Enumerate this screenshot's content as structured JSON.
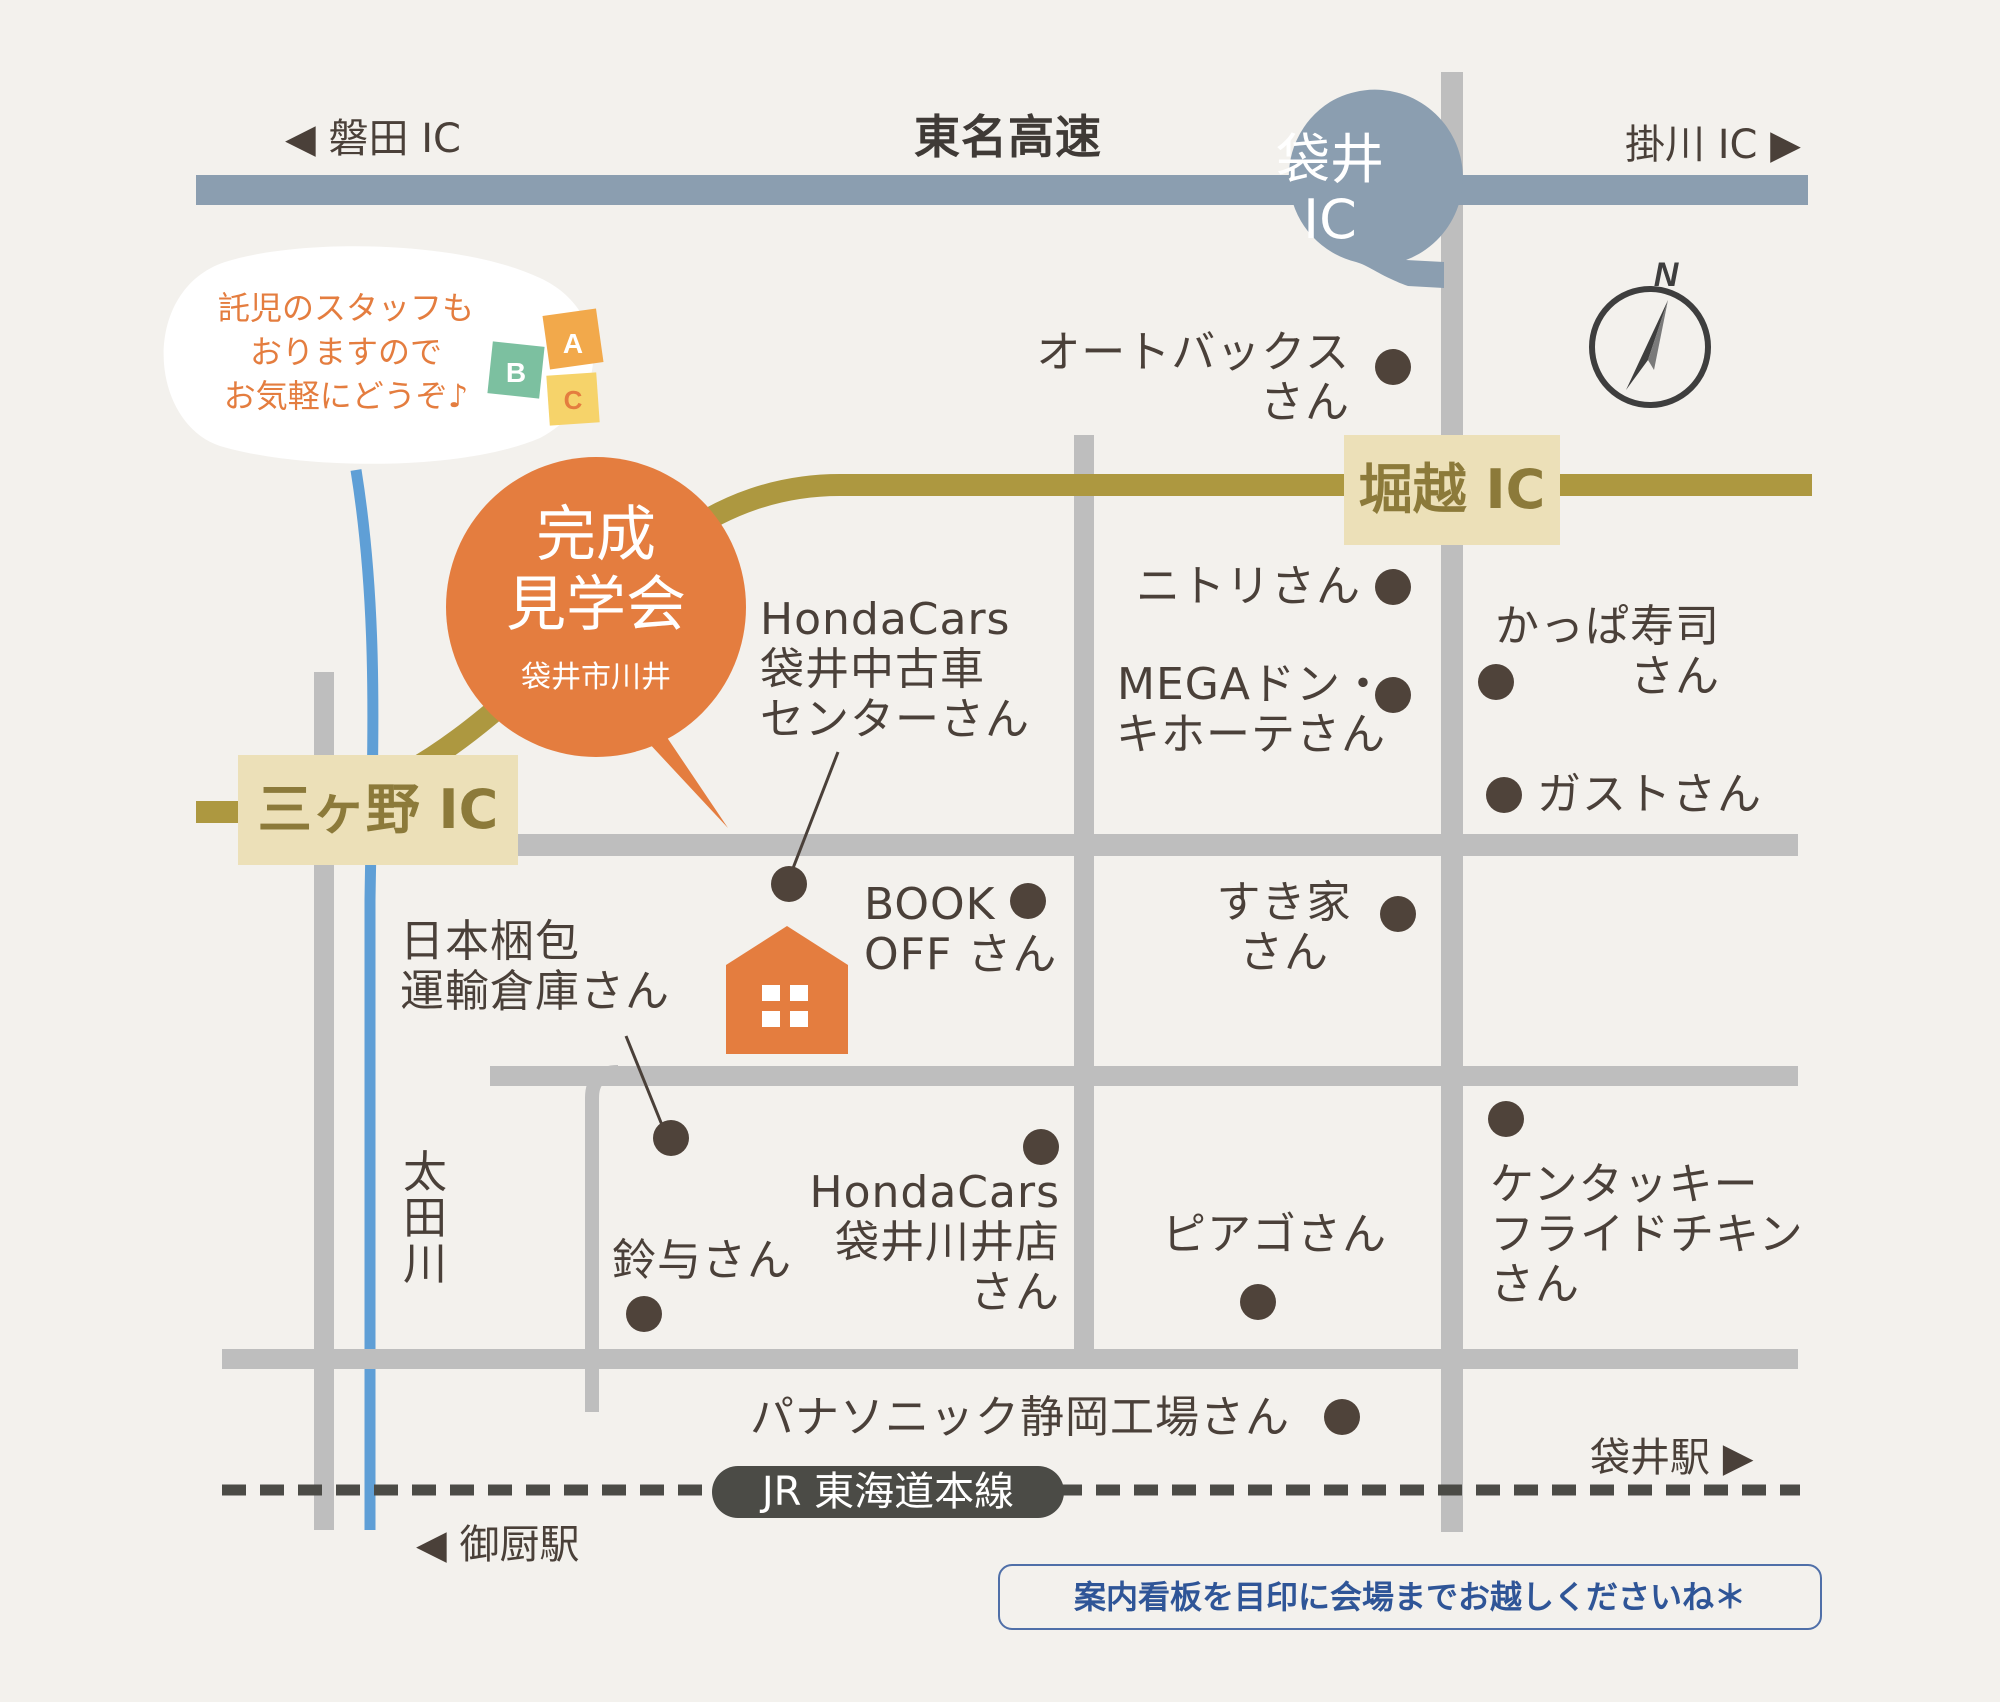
{
  "colors": {
    "background": "#f3f1ed",
    "expressway": "#8b9eb0",
    "bypass": "#ad9840",
    "local_road": "#bebebe",
    "river": "#5f9fd6",
    "venue": "#e47d3f",
    "marker": "#4f433a",
    "rail": "#4b4b46",
    "notice": "#2f5597"
  },
  "expressway": {
    "name": "東名高速"
  },
  "nav": {
    "iwata_ic": "◀ 磐田 IC",
    "kakegawa_ic": "掛川 IC ▶",
    "fukuroi_station": "袋井駅 ▶",
    "mikuriya_station": "◀ 御厨駅"
  },
  "fukuroi_ic": {
    "line1": "袋井",
    "line2": "IC"
  },
  "interchanges": {
    "horikoshi": "堀越 IC",
    "mikkano": "三ヶ野 IC"
  },
  "bubble": {
    "line1": "託児のスタッフも",
    "line2": "おりますので",
    "line3": "お気軽にどうぞ♪",
    "blocks": [
      "A",
      "B",
      "C"
    ]
  },
  "venue": {
    "title1": "完成",
    "title2": "見学会",
    "location": "袋井市川井"
  },
  "landmarks": {
    "autobacs": {
      "line1": "オートバックス",
      "line2": "さん"
    },
    "nitori": {
      "line1": "ニトリさん"
    },
    "kappa": {
      "line1": "かっぱ寿司",
      "line2": "さん"
    },
    "mega": {
      "line1": "MEGAドン・",
      "line2": "キホーテさん"
    },
    "gusto": {
      "line1": "ガストさん"
    },
    "honda_used": {
      "line1": "HondaCars",
      "line2": "袋井中古車",
      "line3": "センターさん"
    },
    "bookoff": {
      "line1": "BOOK",
      "line2": "OFF さん"
    },
    "sukiya": {
      "line1": "すき家",
      "line2": "さん"
    },
    "nippon_konpo": {
      "line1": "日本梱包",
      "line2": "運輸倉庫さん"
    },
    "suzuyo": {
      "line1": "鈴与さん"
    },
    "honda_kawai": {
      "line1": "HondaCars",
      "line2": "袋井川井店",
      "line3": "さん"
    },
    "piago": {
      "line1": "ピアゴさん"
    },
    "kfc": {
      "line1": "ケンタッキー",
      "line2": "フライドチキン",
      "line3": "さん"
    },
    "panasonic": {
      "line1": "パナソニック静岡工場さん"
    }
  },
  "river": {
    "name": "太田川"
  },
  "railway": {
    "name": "JR 東海道本線"
  },
  "compass": {
    "label": "N"
  },
  "notice": {
    "text": "案内看板を目印に会場までお越しくださいね＊"
  }
}
